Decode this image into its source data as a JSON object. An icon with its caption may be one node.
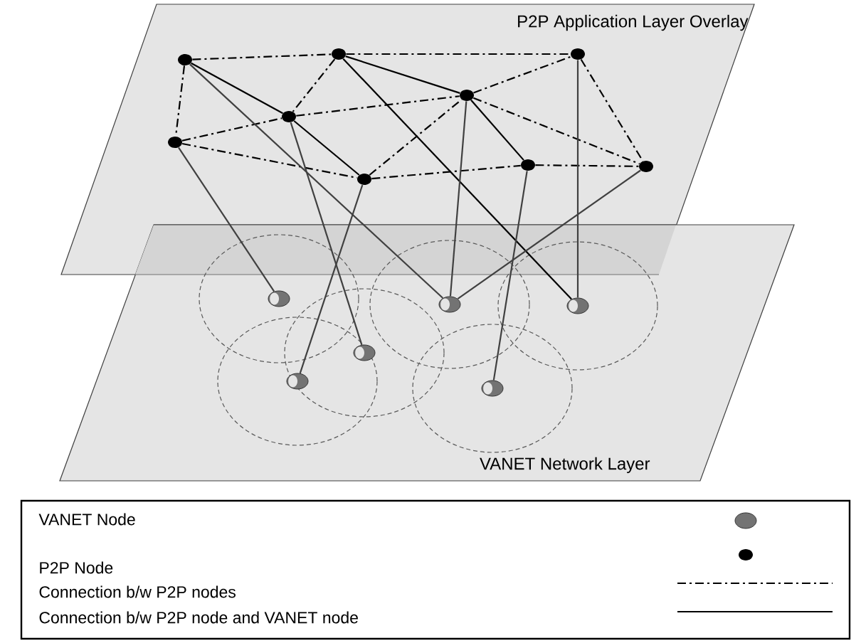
{
  "diagram": {
    "nodes": [
      {
        "text": [
          "P2P Application Layer Overlay"
        ]
      },
      {
        "text": [],
        "shape": "circle",
        "in": 0
      },
      {
        "text": [],
        "shape": "circle",
        "in": 0
      },
      {
        "text": [],
        "shape": "circle",
        "in": 0
      },
      {
        "text": [],
        "shape": "circle",
        "in": 0
      },
      {
        "text": [],
        "shape": "circle",
        "in": 0
      },
      {
        "text": [],
        "shape": "circle",
        "in": 0
      },
      {
        "text": [],
        "shape": "circle",
        "in": 0
      },
      {
        "text": [],
        "shape": "circle",
        "in": 0
      },
      {
        "text": [],
        "shape": "circle",
        "in": 0
      },
      {
        "text": [
          "VANET Network Layer"
        ]
      },
      {
        "text": [],
        "shape": "circle",
        "in": 10
      },
      {
        "text": [],
        "shape": "circle",
        "in": 10
      },
      {
        "text": [],
        "shape": "circle",
        "in": 10
      },
      {
        "text": [],
        "shape": "circle",
        "in": 10
      },
      {
        "text": [],
        "shape": "circle",
        "in": 10
      },
      {
        "text": [],
        "shape": "circle",
        "in": 10
      }
    ],
    "edges": [
      {
        "from": 1,
        "to": 2,
        "arrow": "none",
        "style": "dashed"
      },
      {
        "from": 2,
        "to": 3,
        "arrow": "none",
        "style": "dashed"
      },
      {
        "from": 1,
        "to": 6,
        "arrow": "none",
        "style": "dashed"
      },
      {
        "from": 2,
        "to": 4,
        "arrow": "none",
        "style": "dashed"
      },
      {
        "from": 6,
        "to": 4,
        "arrow": "none",
        "style": "dashed"
      },
      {
        "from": 4,
        "to": 5,
        "arrow": "none",
        "style": "dashed"
      },
      {
        "from": 6,
        "to": 7,
        "arrow": "none",
        "style": "dashed"
      },
      {
        "from": 5,
        "to": 3,
        "arrow": "none",
        "style": "dashed"
      },
      {
        "from": 7,
        "to": 5,
        "arrow": "none",
        "style": "dashed"
      },
      {
        "from": 7,
        "to": 8,
        "arrow": "none",
        "style": "dashed"
      },
      {
        "from": 8,
        "to": 9,
        "arrow": "none",
        "style": "dashed"
      },
      {
        "from": 5,
        "to": 9,
        "arrow": "none",
        "style": "dashed"
      },
      {
        "from": 3,
        "to": 9,
        "arrow": "none",
        "style": "dashed"
      },
      {
        "from": 1,
        "to": 4,
        "arrow": "none"
      },
      {
        "from": 4,
        "to": 7,
        "arrow": "none"
      },
      {
        "from": 2,
        "to": 5,
        "arrow": "none"
      },
      {
        "from": 5,
        "to": 8,
        "arrow": "none"
      },
      {
        "from": 2,
        "to": 13,
        "arrow": "none"
      },
      {
        "from": 6,
        "to": 11,
        "arrow": "none",
        "color": "#404040"
      },
      {
        "from": 1,
        "to": 12,
        "arrow": "none",
        "color": "#404040"
      },
      {
        "from": 4,
        "to": 14,
        "arrow": "none",
        "color": "#404040"
      },
      {
        "from": 7,
        "to": 15,
        "arrow": "none",
        "color": "#404040"
      },
      {
        "from": 5,
        "to": 12,
        "arrow": "none",
        "color": "#404040"
      },
      {
        "from": 8,
        "to": 16,
        "arrow": "none",
        "color": "#404040"
      },
      {
        "from": 3,
        "to": 13,
        "arrow": "none",
        "color": "#404040"
      },
      {
        "from": 9,
        "to": 12,
        "arrow": "none",
        "color": "#404040"
      }
    ],
    "legend": [
      {
        "text": "VANET Node"
      },
      {
        "text": "P2P Node"
      },
      {
        "text": "Connection b/w P2P nodes"
      },
      {
        "text": "Connection b/w P2P node and VANET node"
      }
    ]
  }
}
